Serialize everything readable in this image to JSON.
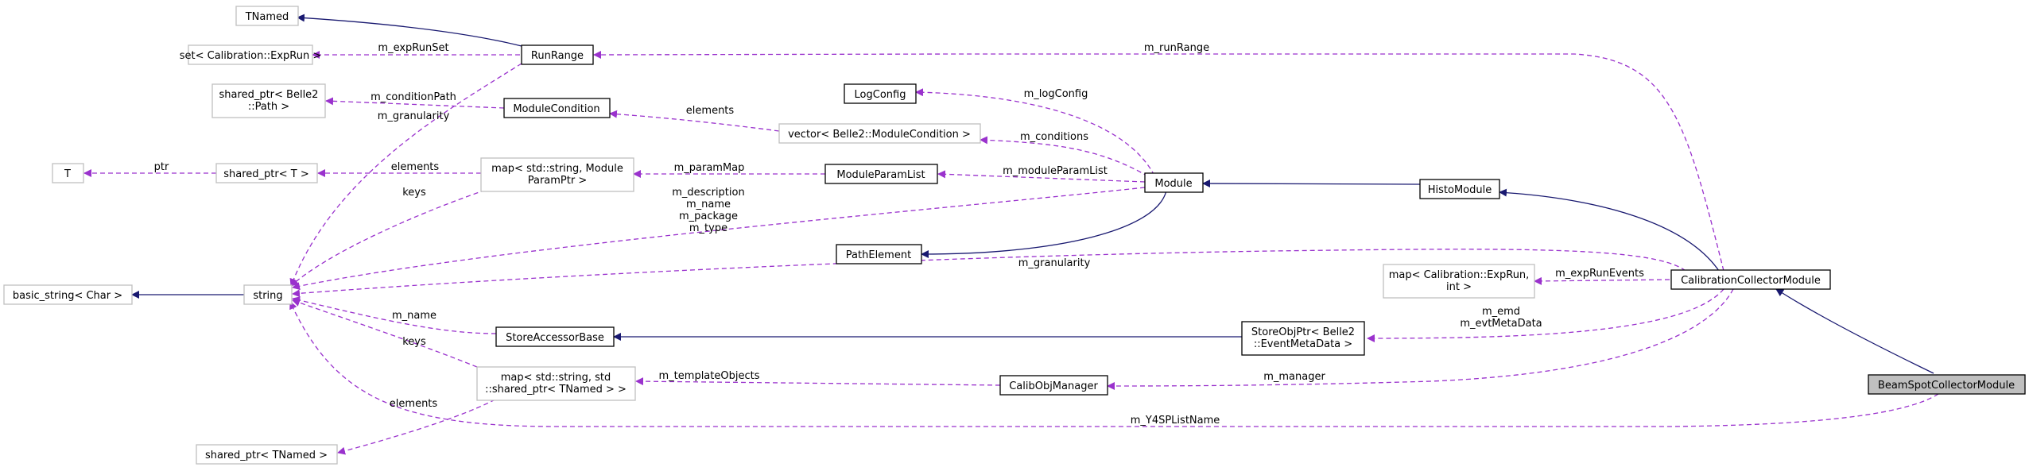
{
  "colors": {
    "inheritance_edge": "#191970",
    "usage_edge": "#9a32cd",
    "focus_fill": "#bfbfbf",
    "box_border_documented": "#000000",
    "box_border_external": "#bfbfbf"
  },
  "nodes": {
    "tnamed": [
      "TNamed"
    ],
    "set_exprun": [
      "set< Calibration::ExpRun >"
    ],
    "runrange": [
      "RunRange"
    ],
    "shared_ptr_path": [
      "shared_ptr< Belle2",
      "::Path >"
    ],
    "modulecondition": [
      "ModuleCondition"
    ],
    "logconfig": [
      "LogConfig"
    ],
    "vector_modulecondition": [
      "vector< Belle2::ModuleCondition >"
    ],
    "t": [
      "T"
    ],
    "shared_ptr_t": [
      "shared_ptr< T >"
    ],
    "map_moduleparamptr": [
      "map< std::string, Module",
      "ParamPtr >"
    ],
    "moduleparamlist": [
      "ModuleParamList"
    ],
    "module": [
      "Module"
    ],
    "histomodule": [
      "HistoModule"
    ],
    "pathelement": [
      "PathElement"
    ],
    "basic_string": [
      "basic_string< Char >"
    ],
    "string": [
      "string"
    ],
    "map_exprun_int": [
      "map< Calibration::ExpRun,",
      "int >"
    ],
    "calibrationcollectormodule": [
      "CalibrationCollectorModule"
    ],
    "storeaccessorbase": [
      "StoreAccessorBase"
    ],
    "storeobjptr_eventmetadata": [
      "StoreObjPtr< Belle2",
      "::EventMetaData >"
    ],
    "map_shared_ptr_tnamed": [
      "map< std::string, std",
      "::shared_ptr< TNamed > >"
    ],
    "calibobjmanager": [
      "CalibObjManager"
    ],
    "beamspotcollectormodule": [
      "BeamSpotCollectorModule"
    ],
    "shared_ptr_tnamed": [
      "shared_ptr< TNamed >"
    ]
  },
  "edge_labels": {
    "m_expRunSet": [
      "m_expRunSet"
    ],
    "m_runRange": [
      "m_runRange"
    ],
    "m_conditionPath": [
      "m_conditionPath"
    ],
    "m_granularity_runrange": [
      "m_granularity"
    ],
    "elements_modulecondition": [
      "elements"
    ],
    "m_logConfig": [
      "m_logConfig"
    ],
    "m_conditions": [
      "m_conditions"
    ],
    "ptr": [
      "ptr"
    ],
    "elements_shared_ptr_t": [
      "elements"
    ],
    "m_paramMap": [
      "m_paramMap"
    ],
    "m_moduleParamList": [
      "m_moduleParamList"
    ],
    "keys_map_param": [
      "keys"
    ],
    "module_strings": [
      "m_description",
      "m_name",
      "m_package",
      "m_type"
    ],
    "m_granularity_ccm": [
      "m_granularity"
    ],
    "m_expRunEvents": [
      "m_expRunEvents"
    ],
    "m_name": [
      "m_name"
    ],
    "keys_map_tnamed": [
      "keys"
    ],
    "m_emd": [
      "m_emd",
      "m_evtMetaData"
    ],
    "m_templateObjects": [
      "m_templateObjects"
    ],
    "m_manager": [
      "m_manager"
    ],
    "elements_shared_tnamed": [
      "elements"
    ],
    "m_Y4SPListName": [
      "m_Y4SPListName"
    ]
  }
}
